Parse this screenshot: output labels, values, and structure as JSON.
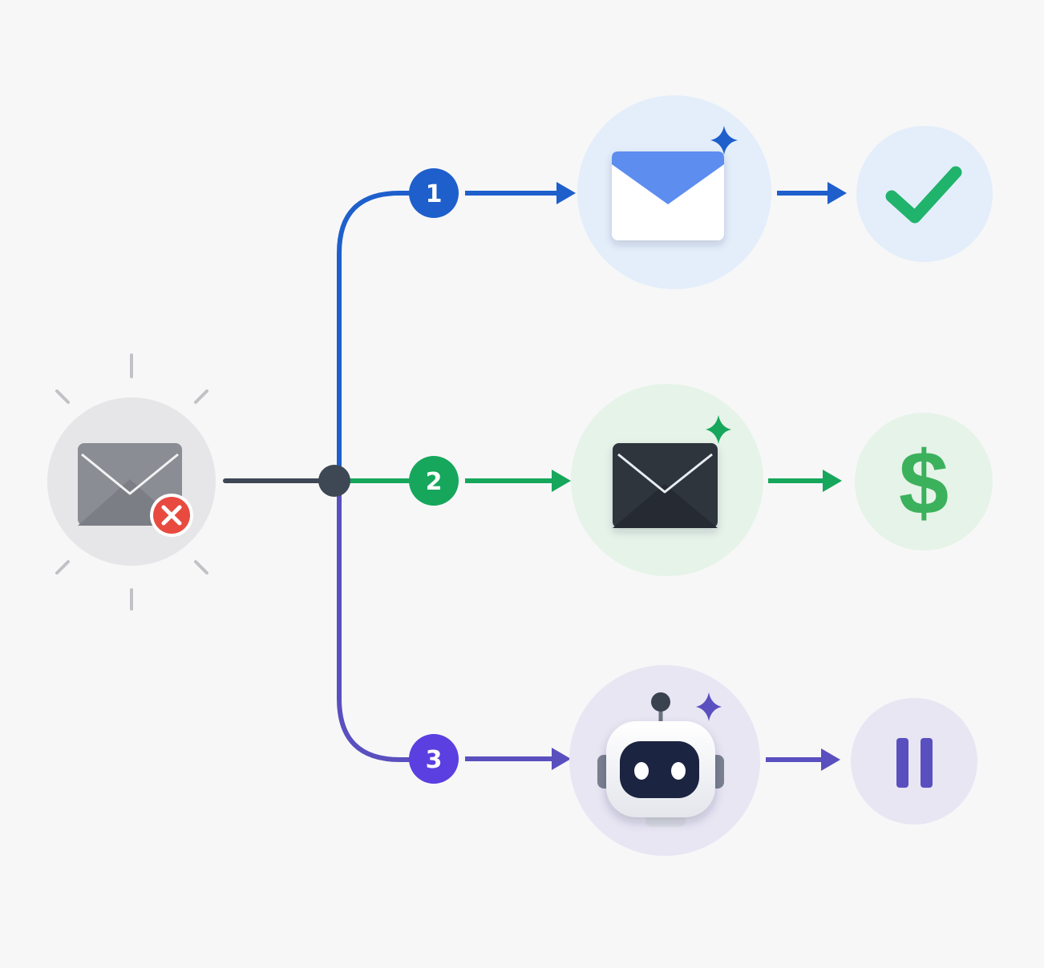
{
  "colors": {
    "background": "#f7f7f8",
    "source_line": "#3e4754",
    "branch_1": "#1e5fcc",
    "branch_2": "#16a75c",
    "branch_3": "#5a4fbf",
    "badge_3": "#5b3fe0",
    "error": "#e84a3f",
    "check": "#1fb36b",
    "dollar": "#3bb15c",
    "pause": "#5a4fbf"
  },
  "source": {
    "icon": "envelope-error-icon",
    "state": "failed"
  },
  "branches": [
    {
      "step": "1",
      "handler_icon": "mail-sparkle-icon",
      "outcome_icon": "checkmark-icon",
      "outcome_glyph": ""
    },
    {
      "step": "2",
      "handler_icon": "dark-mail-sparkle-icon",
      "outcome_icon": "dollar-icon",
      "outcome_glyph": "$"
    },
    {
      "step": "3",
      "handler_icon": "robot-sparkle-icon",
      "outcome_icon": "pause-icon",
      "outcome_glyph": ""
    }
  ]
}
